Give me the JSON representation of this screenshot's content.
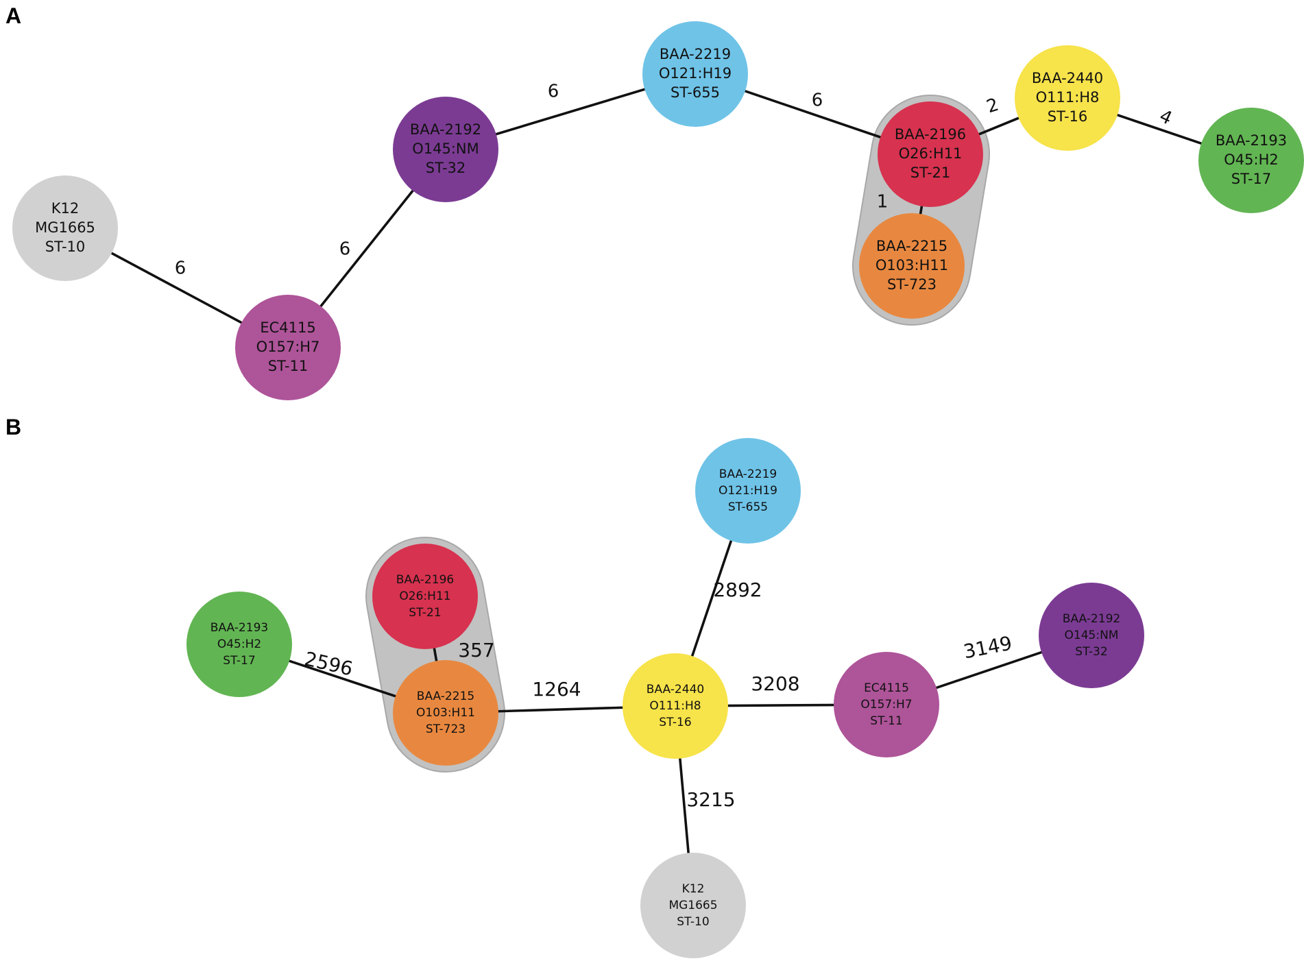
{
  "panels": [
    {
      "id": "A",
      "letter": "A",
      "clusters": [
        [
          "baa2196",
          "baa2215"
        ]
      ],
      "nodes": [
        {
          "id": "k12",
          "lines": [
            "K12",
            "MG1665",
            "ST-10"
          ],
          "color": "#d1d1d1"
        },
        {
          "id": "ec4115",
          "lines": [
            "EC4115",
            "O157:H7",
            "ST-11"
          ],
          "color": "#ae5499"
        },
        {
          "id": "baa2192",
          "lines": [
            "BAA-2192",
            "O145:NM",
            "ST-32"
          ],
          "color": "#7b3b93"
        },
        {
          "id": "baa2219",
          "lines": [
            "BAA-2219",
            "O121:H19",
            "ST-655"
          ],
          "color": "#6fc3e7"
        },
        {
          "id": "baa2196",
          "lines": [
            "BAA-2196",
            "O26:H11",
            "ST-21"
          ],
          "color": "#d7324f"
        },
        {
          "id": "baa2215",
          "lines": [
            "BAA-2215",
            "O103:H11",
            "ST-723"
          ],
          "color": "#e88840"
        },
        {
          "id": "baa2440",
          "lines": [
            "BAA-2440",
            "O111:H8",
            "ST-16"
          ],
          "color": "#f7e34a"
        },
        {
          "id": "baa2193",
          "lines": [
            "BAA-2193",
            "O45:H2",
            "ST-17"
          ],
          "color": "#62b553"
        }
      ],
      "edges": [
        {
          "from": "k12",
          "to": "ec4115",
          "label": "6"
        },
        {
          "from": "ec4115",
          "to": "baa2192",
          "label": "6"
        },
        {
          "from": "baa2192",
          "to": "baa2219",
          "label": "6"
        },
        {
          "from": "baa2219",
          "to": "baa2196",
          "label": "6"
        },
        {
          "from": "baa2196",
          "to": "baa2215",
          "label": "1"
        },
        {
          "from": "baa2196",
          "to": "baa2440",
          "label": "2"
        },
        {
          "from": "baa2440",
          "to": "baa2193",
          "label": "4"
        }
      ]
    },
    {
      "id": "B",
      "letter": "B",
      "clusters": [
        [
          "baa2196",
          "baa2215"
        ]
      ],
      "nodes": [
        {
          "id": "baa2219",
          "lines": [
            "BAA-2219",
            "O121:H19",
            "ST-655"
          ],
          "color": "#6fc3e7"
        },
        {
          "id": "baa2193",
          "lines": [
            "BAA-2193",
            "O45:H2",
            "ST-17"
          ],
          "color": "#62b553"
        },
        {
          "id": "baa2196",
          "lines": [
            "BAA-2196",
            "O26:H11",
            "ST-21"
          ],
          "color": "#d7324f"
        },
        {
          "id": "baa2215",
          "lines": [
            "BAA-2215",
            "O103:H11",
            "ST-723"
          ],
          "color": "#e88840"
        },
        {
          "id": "baa2440",
          "lines": [
            "BAA-2440",
            "O111:H8",
            "ST-16"
          ],
          "color": "#f7e34a"
        },
        {
          "id": "ec4115",
          "lines": [
            "EC4115",
            "O157:H7",
            "ST-11"
          ],
          "color": "#ae5499"
        },
        {
          "id": "baa2192",
          "lines": [
            "BAA-2192",
            "O145:NM",
            "ST-32"
          ],
          "color": "#7b3b93"
        },
        {
          "id": "k12",
          "lines": [
            "K12",
            "MG1665",
            "ST-10"
          ],
          "color": "#d1d1d1"
        }
      ],
      "edges": [
        {
          "from": "baa2193",
          "to": "baa2215",
          "label": "2596"
        },
        {
          "from": "baa2196",
          "to": "baa2215",
          "label": "357"
        },
        {
          "from": "baa2215",
          "to": "baa2440",
          "label": "1264"
        },
        {
          "from": "baa2440",
          "to": "baa2219",
          "label": "2892"
        },
        {
          "from": "baa2440",
          "to": "ec4115",
          "label": "3208"
        },
        {
          "from": "ec4115",
          "to": "baa2192",
          "label": "3149"
        },
        {
          "from": "baa2440",
          "to": "k12",
          "label": "3215"
        }
      ]
    }
  ]
}
